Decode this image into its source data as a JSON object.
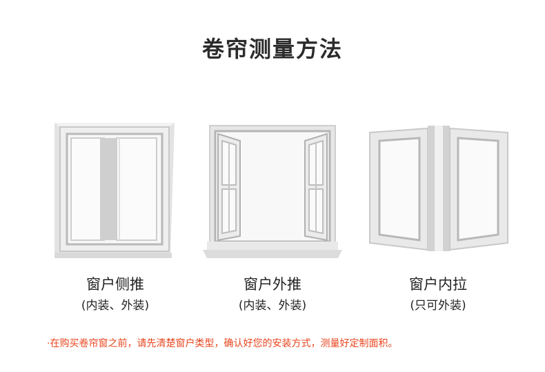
{
  "title": "卷帘测量方法",
  "windows": [
    {
      "label": "窗户侧推",
      "sub": "(内装、外装)",
      "icon": "sliding-window-icon"
    },
    {
      "label": "窗户外推",
      "sub": "(内装、外装)",
      "icon": "outward-casement-window-icon"
    },
    {
      "label": "窗户内拉",
      "sub": "(只可外装)",
      "icon": "inward-casement-window-icon"
    }
  ],
  "note": "·在购买卷帘窗之前，请先清楚窗户类型，确认好您的安装方式，测量好定制面积。",
  "colors": {
    "frame_light": "#ececec",
    "frame_mid": "#d7d7d7",
    "frame_dark": "#a9a9a9",
    "accent_red": "#e8451e"
  }
}
